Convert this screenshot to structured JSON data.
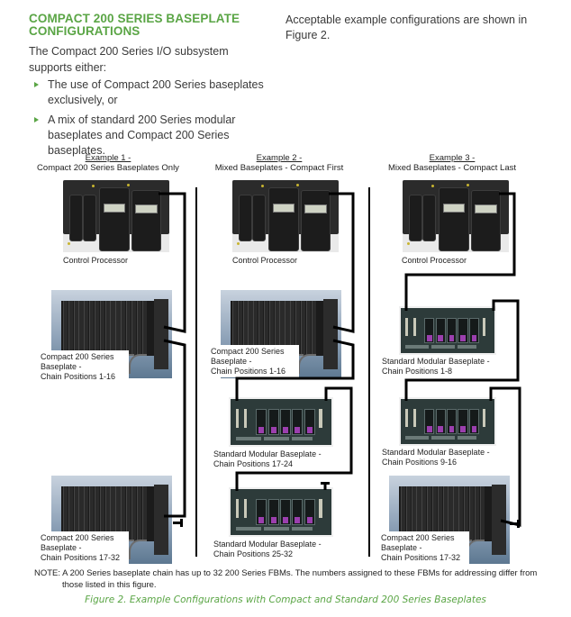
{
  "section": {
    "heading": "COMPACT 200 SERIES BASEPLATE CONFIGURATIONS",
    "intro": "The Compact 200 Series I/O subsystem supports either:",
    "bullets": [
      "The use of Compact 200 Series baseplates exclusively, or",
      "A mix of standard 200 Series modular baseplates and Compact 200 Series baseplates."
    ],
    "right_text": "Acceptable example configurations are shown in Figure 2."
  },
  "figure": {
    "examples": [
      {
        "title": "Example 1 -",
        "subtitle": "Compact 200 Series Baseplates Only",
        "cp_label": "Control Processor",
        "baseplates": [
          {
            "type": "compact",
            "label_lines": [
              "Compact 200 Series",
              "Baseplate -",
              "Chain Positions 1-16"
            ]
          },
          {
            "type": "compact",
            "label_lines": [
              "Compact 200 Series",
              "Baseplate -",
              "Chain Positions 17-32"
            ]
          }
        ]
      },
      {
        "title": "Example 2 -",
        "subtitle": "Mixed Baseplates - Compact First",
        "cp_label": "Control Processor",
        "baseplates": [
          {
            "type": "compact",
            "label_lines": [
              "Compact 200 Series",
              "Baseplate -",
              "Chain Positions 1-16"
            ]
          },
          {
            "type": "standard",
            "label_lines": [
              "Standard Modular Baseplate -",
              "Chain Positions 17-24"
            ]
          },
          {
            "type": "standard",
            "label_lines": [
              "Standard Modular Baseplate -",
              "Chain Positions 25-32"
            ]
          }
        ]
      },
      {
        "title": "Example 3 -",
        "subtitle": "Mixed Baseplates - Compact Last",
        "cp_label": "Control Processor",
        "baseplates": [
          {
            "type": "standard",
            "label_lines": [
              "Standard Modular Baseplate -",
              "Chain Positions 1-8"
            ]
          },
          {
            "type": "standard",
            "label_lines": [
              "Standard Modular Baseplate -",
              "Chain Positions 9-16"
            ]
          },
          {
            "type": "compact",
            "label_lines": [
              "Compact 200 Series",
              "Baseplate -",
              "Chain Positions 17-32"
            ]
          }
        ]
      }
    ],
    "note_line1": "NOTE: A 200 Series baseplate chain has up to 32 200 Series FBMs. The numbers assigned to these FBMs for addressing differ from",
    "note_line2": "those listed in this figure.",
    "caption": "Figure 2. Example Configurations with Compact and Standard 200 Series Baseplates"
  },
  "colors": {
    "accent_green": "#5aa545",
    "text": "#3a3a3a",
    "wire": "#000000"
  }
}
